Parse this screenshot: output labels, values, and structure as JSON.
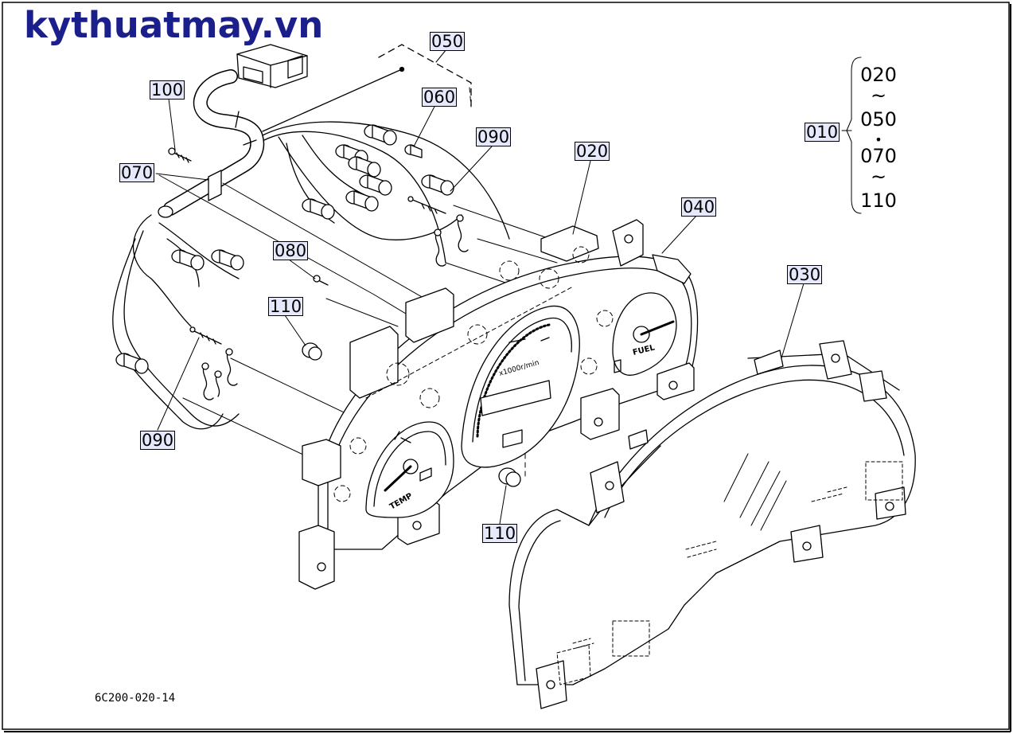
{
  "watermark": "kythuatmay.vn",
  "drawing_number": "6C200-020-14",
  "callouts": {
    "c050": "050",
    "c060": "060",
    "c100": "100",
    "c070": "070",
    "c090_top": "090",
    "c020": "020",
    "c040": "040",
    "c010": "010",
    "c080": "080",
    "c110_left": "110",
    "c030": "030",
    "c090_bottom": "090",
    "c110_bottom": "110"
  },
  "range_legend": {
    "r1": "020",
    "tilde1": "~",
    "r2": "050",
    "dot": "•",
    "r3": "070",
    "tilde2": "~",
    "r4": "110"
  },
  "gauge_labels": {
    "fuel": "FUEL",
    "temp": "TEMP",
    "rpm": "x1000r/min"
  },
  "colors": {
    "watermark": "#1b1f8c",
    "callout_fill": "#e6e8fb",
    "ink": "#000000"
  }
}
